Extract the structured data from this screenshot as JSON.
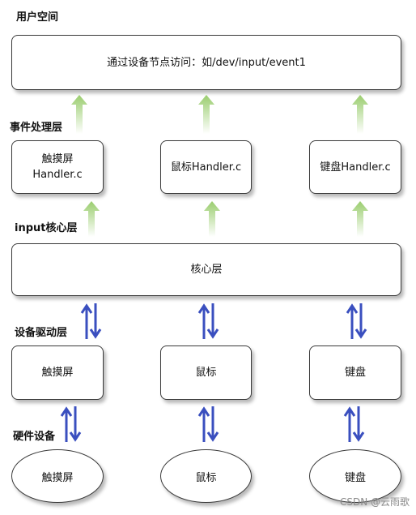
{
  "layers": {
    "user_space": "用户空间",
    "event_handler": "事件处理层",
    "input_core": "input核心层",
    "device_driver": "设备驱动层",
    "hardware": "硬件设备"
  },
  "nodes": {
    "user_access": "通过设备节点访问：如/dev/input/event1",
    "touch_handler_line1": "触摸屏",
    "touch_handler_line2": "Handler.c",
    "mouse_handler": "鼠标Handler.c",
    "keyboard_handler": "键盘Handler.c",
    "core_layer": "核心层",
    "touch_driver": "触摸屏",
    "mouse_driver": "鼠标",
    "keyboard_driver": "键盘",
    "touch_device": "触摸屏",
    "mouse_device": "鼠标",
    "keyboard_device": "键盘"
  },
  "colors": {
    "up_arrow": "#9acd6e",
    "bidirectional_arrow": "#3a4fbf"
  },
  "watermark": "CSDN @云雨歌"
}
